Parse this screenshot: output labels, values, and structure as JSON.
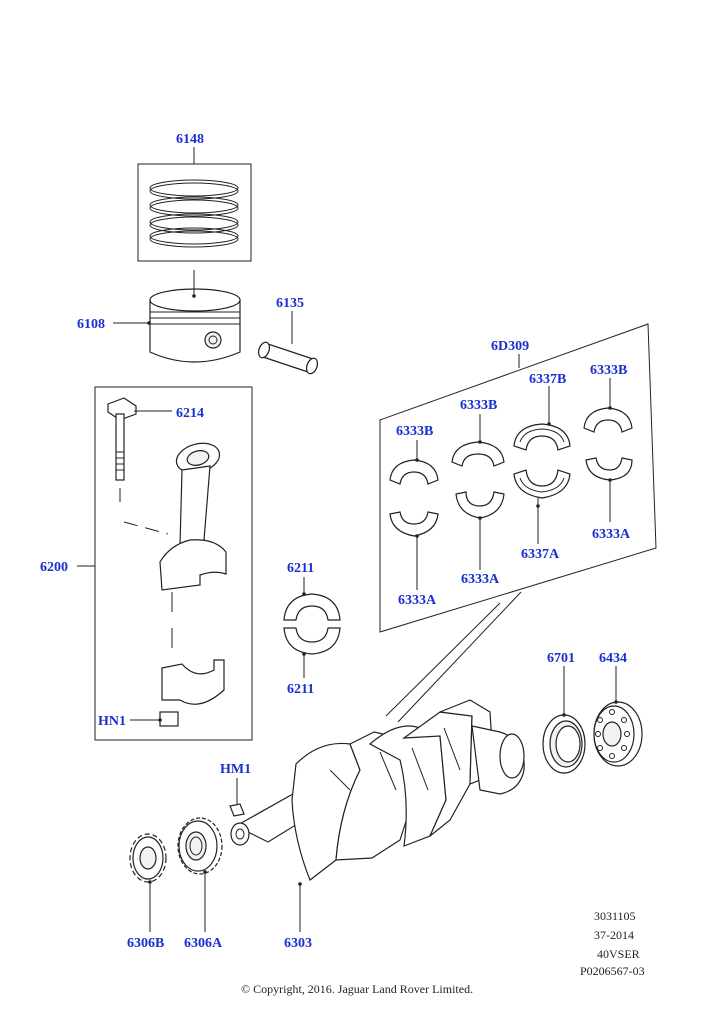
{
  "labels": {
    "l6148": "6148",
    "l6108": "6108",
    "l6135": "6135",
    "l6214": "6214",
    "l6200": "6200",
    "lHN1": "HN1",
    "l6211a": "6211",
    "l6211b": "6211",
    "l6D309": "6D309",
    "l6337B": "6337B",
    "l6333B_a": "6333B",
    "l6333B_b": "6333B",
    "l6333B_c": "6333B",
    "l6333A_a": "6333A",
    "l6333A_b": "6333A",
    "l6337A": "6337A",
    "l6333A_c": "6333A",
    "l6701": "6701",
    "l6434": "6434",
    "lHM1": "HM1",
    "l6306B": "6306B",
    "l6306A": "6306A",
    "l6303": "6303"
  },
  "meta": {
    "line1": "3031105",
    "line2": "37-2014",
    "line3": "40VSER",
    "line4": "P0206567-03"
  },
  "copyright": "© Copyright, 2016. Jaguar Land Rover Limited."
}
